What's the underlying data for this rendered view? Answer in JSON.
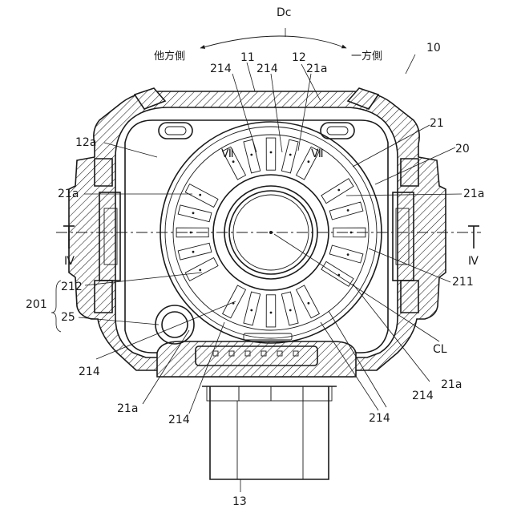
{
  "labels": {
    "dc": "Dc",
    "other_side": "他方側",
    "one_side": "一方側",
    "n10": "10",
    "n11": "11",
    "n12": "12",
    "n12a": "12a",
    "n13": "13",
    "n20": "20",
    "n21": "21",
    "n21a_top": "21a",
    "n21a_left": "21a",
    "n21a_right": "21a",
    "n21a_br": "21a",
    "n21a_bl": "21a",
    "n201": "201",
    "n211": "211",
    "n212": "212",
    "n25": "25",
    "n214_top_left": "214",
    "n214_top_mid": "214",
    "n214_left": "214",
    "n214_bottom_left": "214",
    "n214_bottom_mid": "214",
    "n214_bottom_right": "214",
    "cl": "CL",
    "sec_vii_left": "Ⅶ",
    "sec_vii_right": "Ⅶ",
    "sec_iv_left": "Ⅳ",
    "sec_iv_right": "Ⅳ"
  }
}
